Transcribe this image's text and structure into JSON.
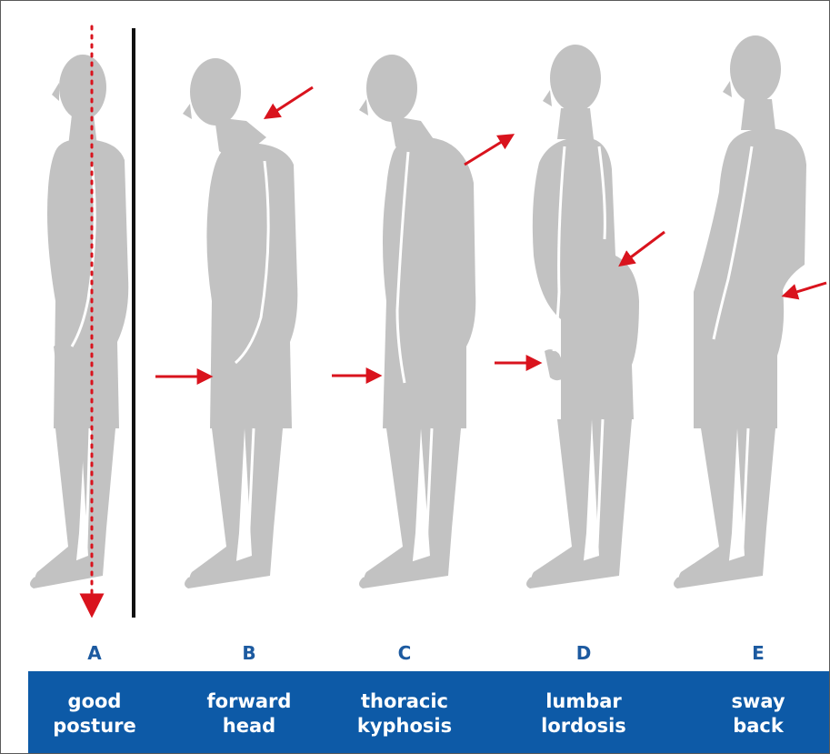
{
  "postures": [
    {
      "letter": "A",
      "line1": "good",
      "line2": "posture"
    },
    {
      "letter": "B",
      "line1": "forward",
      "line2": "head"
    },
    {
      "letter": "C",
      "line1": "thoracic",
      "line2": "kyphosis"
    },
    {
      "letter": "D",
      "line1": "lumbar",
      "line2": "lordosis"
    },
    {
      "letter": "E",
      "line1": "sway",
      "line2": "back"
    }
  ],
  "colors": {
    "figure": "#c2c2c2",
    "arrow": "#d9131d",
    "letter": "#1c5aa0",
    "bar": "#0d5aa7"
  }
}
